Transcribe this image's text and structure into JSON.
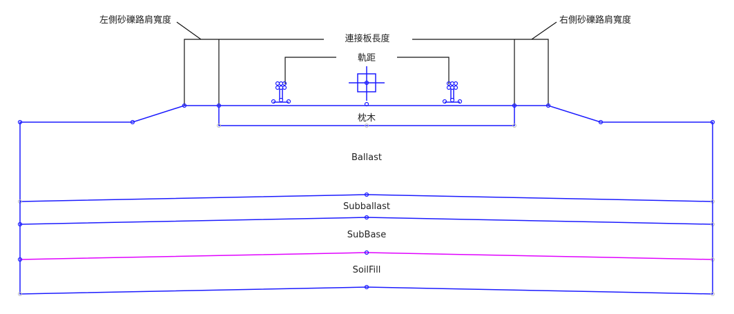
{
  "labels": {
    "left_shoulder": "左側砂礫路肩寬度",
    "right_shoulder": "右側砂礫路肩寬度",
    "plate_length": "連接板長度",
    "gauge": "軌距",
    "sleeper": "枕木",
    "ballast": "Ballast",
    "subballast": "Subballast",
    "subbase": "SubBase",
    "soilfill": "SoilFill"
  },
  "colors": {
    "layer_line": "#1a1aff",
    "highlight_line": "#e000ff",
    "dimension_line": "#111111"
  }
}
